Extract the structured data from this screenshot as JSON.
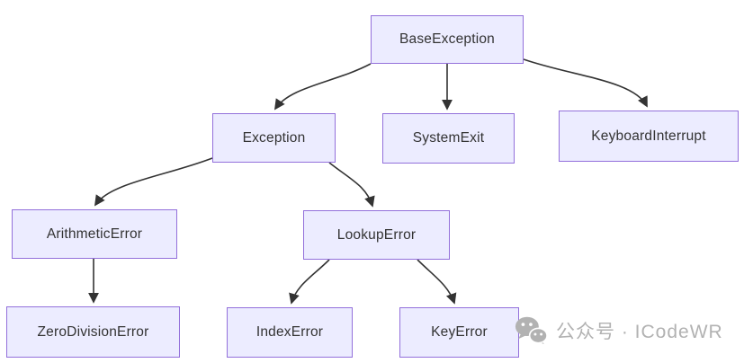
{
  "diagram": {
    "type": "flowchart",
    "title_implied": "Python exception hierarchy",
    "colors": {
      "node_fill": "#ECECFF",
      "node_border": "#9370DB",
      "node_text": "#333333",
      "edge": "#333333",
      "background": "#ffffff"
    },
    "nodes": [
      {
        "id": "BaseException",
        "label": "BaseException"
      },
      {
        "id": "Exception",
        "label": "Exception"
      },
      {
        "id": "SystemExit",
        "label": "SystemExit"
      },
      {
        "id": "KeyboardInterrupt",
        "label": "KeyboardInterrupt"
      },
      {
        "id": "ArithmeticError",
        "label": "ArithmeticError"
      },
      {
        "id": "LookupError",
        "label": "LookupError"
      },
      {
        "id": "ZeroDivisionError",
        "label": "ZeroDivisionError"
      },
      {
        "id": "IndexError",
        "label": "IndexError"
      },
      {
        "id": "KeyError",
        "label": "KeyError"
      }
    ],
    "edges": [
      {
        "from": "BaseException",
        "to": "Exception"
      },
      {
        "from": "BaseException",
        "to": "SystemExit"
      },
      {
        "from": "BaseException",
        "to": "KeyboardInterrupt"
      },
      {
        "from": "Exception",
        "to": "ArithmeticError"
      },
      {
        "from": "Exception",
        "to": "LookupError"
      },
      {
        "from": "ArithmeticError",
        "to": "ZeroDivisionError"
      },
      {
        "from": "LookupError",
        "to": "IndexError"
      },
      {
        "from": "LookupError",
        "to": "KeyError"
      }
    ]
  },
  "watermark": {
    "icon": "wechat-icon",
    "text": "公众号 · ICodeWR",
    "color": "#b2b2b2"
  }
}
